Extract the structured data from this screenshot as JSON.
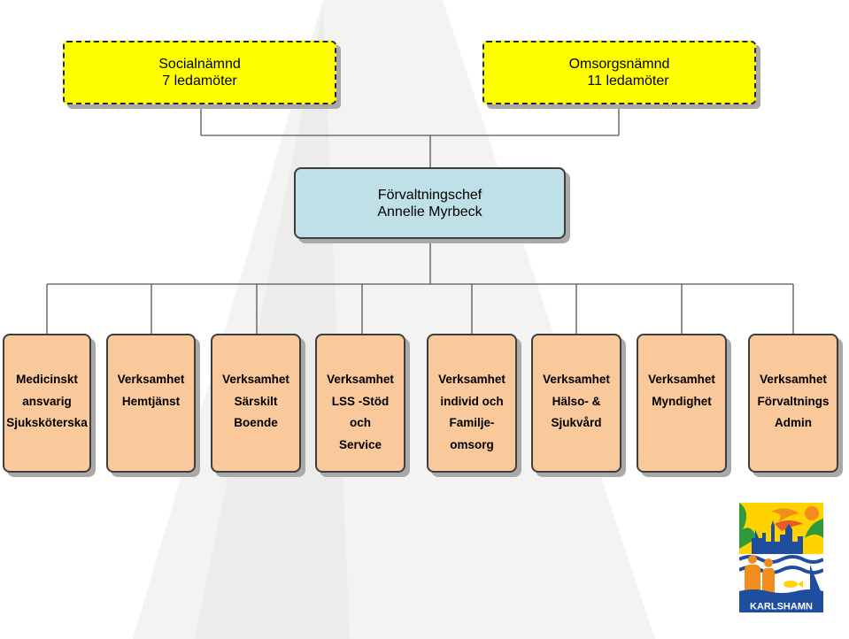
{
  "boards": [
    {
      "lines": [
        "Socialnämnd",
        "7 ledamöter"
      ]
    },
    {
      "lines": [
        "Omsorgsnämnd",
        "11 ledamöter"
      ]
    }
  ],
  "chief": {
    "lines": [
      "Förvaltningschef",
      "Annelie Myrbeck"
    ]
  },
  "units": [
    {
      "lines": [
        "Medicinskt",
        "ansvarig",
        "Sjuksköterska"
      ]
    },
    {
      "lines": [
        "Verksamhet",
        "Hemtjänst"
      ]
    },
    {
      "lines": [
        "Verksamhet",
        "Särskilt",
        "Boende"
      ]
    },
    {
      "lines": [
        "Verksamhet",
        "LSS -Stöd",
        "och",
        "Service"
      ]
    },
    {
      "lines": [
        "Verksamhet",
        "individ och",
        "Familje-",
        "omsorg"
      ]
    },
    {
      "lines": [
        "Verksamhet",
        "Hälso- &",
        "Sjukvård"
      ]
    },
    {
      "lines": [
        "Verksamhet",
        "Myndighet"
      ]
    },
    {
      "lines": [
        "Verksamhet",
        "Förvaltnings",
        "Admin"
      ]
    }
  ],
  "logo": {
    "text": "KARLSHAMN"
  },
  "colors": {
    "board_fill": "#ffff00",
    "chief_fill": "#bfe0e6",
    "unit_fill": "#f9c99b",
    "logo_blue": "#1f4e9e",
    "logo_yellow": "#ffd200",
    "logo_green": "#2e9a3a",
    "logo_orange": "#f28c1e"
  }
}
